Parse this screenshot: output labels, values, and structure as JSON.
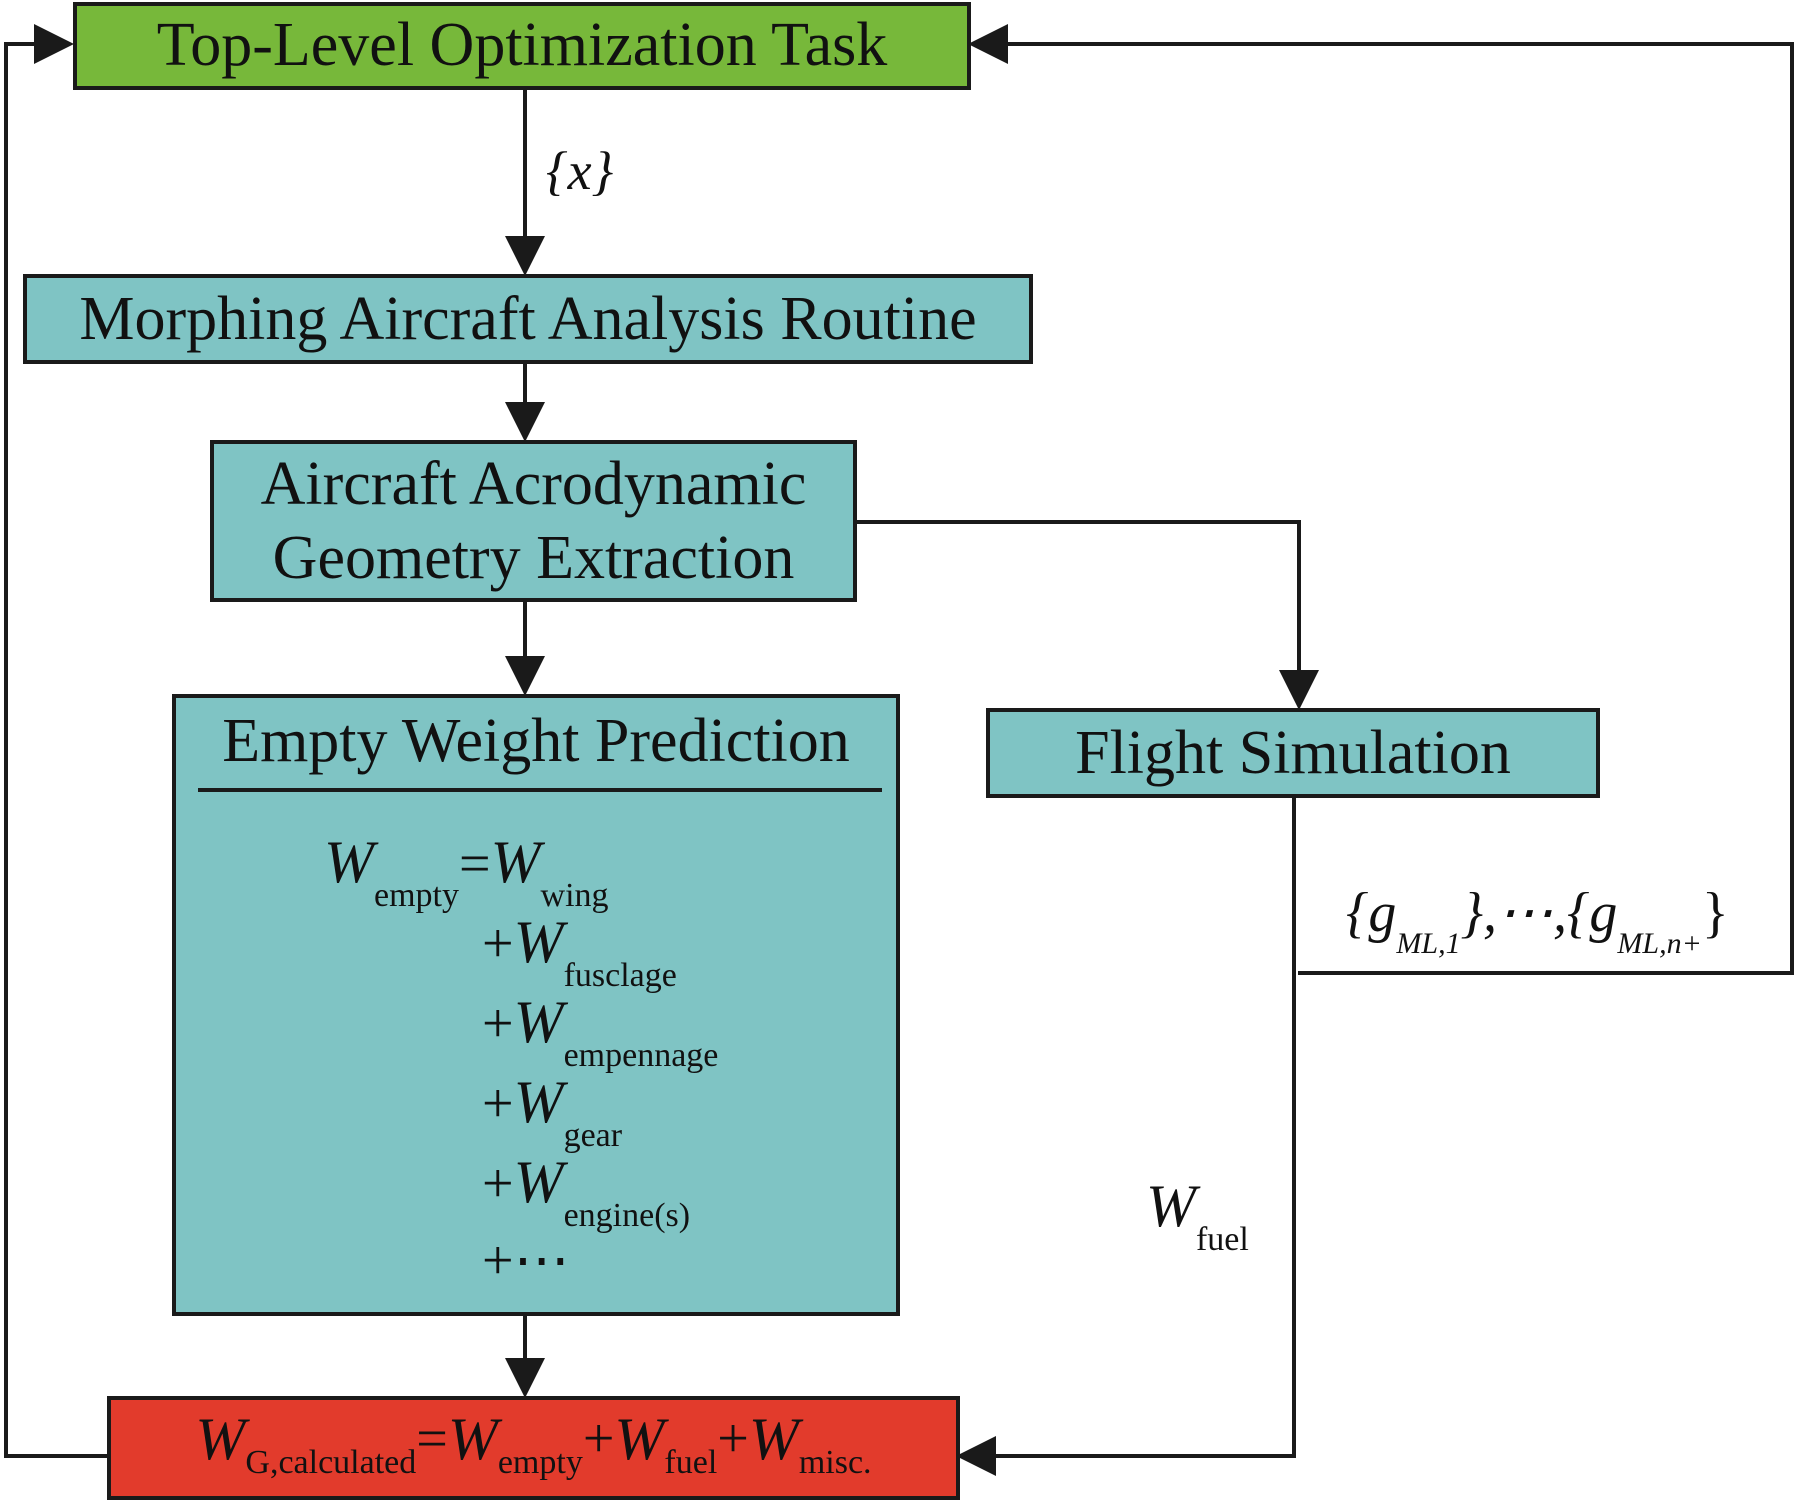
{
  "nodes": {
    "top_task": "Top-Level Optimization Task",
    "analysis": "Morphing Aircraft Analysis Routine",
    "geometry_line1": "Aircraft Acrodynamic",
    "geometry_line2": "Geometry Extraction",
    "empty_weight_title": "Empty Weight Prediction",
    "flight_sim": "Flight Simulation"
  },
  "edges": {
    "x_label": "{x}",
    "g_label_a": "{g",
    "g_sub_a": "ML,1",
    "g_label_mid": "},⋯,{g",
    "g_sub_b": "ML,n+",
    "g_label_end": "}",
    "wfuel_W": "W",
    "wfuel_sub": "fuel"
  },
  "equation": {
    "W": "W",
    "lhs_sub": "empty",
    "eq": "=",
    "plus": "+",
    "terms": [
      "wing",
      "fusclage",
      "empennage",
      "gear",
      "engine(s)"
    ],
    "more": "+⋯"
  },
  "final": {
    "W": "W",
    "sub_g": "G,calculated",
    "eq": "=",
    "plus": "+",
    "sub_empty": "empty",
    "sub_fuel": "fuel",
    "sub_misc": "misc."
  },
  "colors": {
    "top": "#77b83a",
    "process": "#7fc4c4",
    "result": "#e23b2c",
    "line": "#1a1a1a"
  }
}
